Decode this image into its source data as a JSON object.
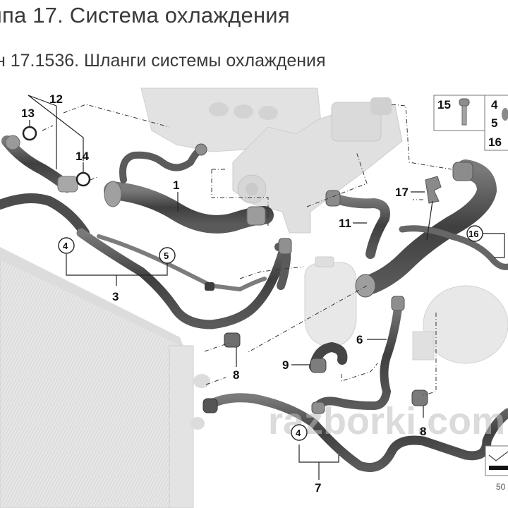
{
  "header": {
    "title": "ппа 17. Система охлаждения",
    "subtitle": "н 17.1536. Шланги системы охлаждения"
  },
  "diagram": {
    "watermark": "razborki.com",
    "scale_number": "50",
    "callouts": [
      {
        "id": "1",
        "label": "1"
      },
      {
        "id": "3",
        "label": "3"
      },
      {
        "id": "4a",
        "label": "4"
      },
      {
        "id": "5a",
        "label": "5"
      },
      {
        "id": "6",
        "label": "6"
      },
      {
        "id": "7",
        "label": "7"
      },
      {
        "id": "8a",
        "label": "8"
      },
      {
        "id": "8b",
        "label": "8"
      },
      {
        "id": "9",
        "label": "9"
      },
      {
        "id": "11",
        "label": "11"
      },
      {
        "id": "12",
        "label": "12"
      },
      {
        "id": "13",
        "label": "13"
      },
      {
        "id": "14",
        "label": "14"
      },
      {
        "id": "16a",
        "label": "16"
      },
      {
        "id": "17",
        "label": "17"
      },
      {
        "id": "4b",
        "label": "4"
      }
    ],
    "inset_bolt": {
      "label": "15"
    },
    "inset_clamp": {
      "labels": [
        "4",
        "5",
        "16"
      ]
    },
    "colors": {
      "hose_dark": "#4a4a4a",
      "hose_mid": "#6b6b6b",
      "ghost_part": "#d8d8d8",
      "line": "#222222"
    }
  }
}
